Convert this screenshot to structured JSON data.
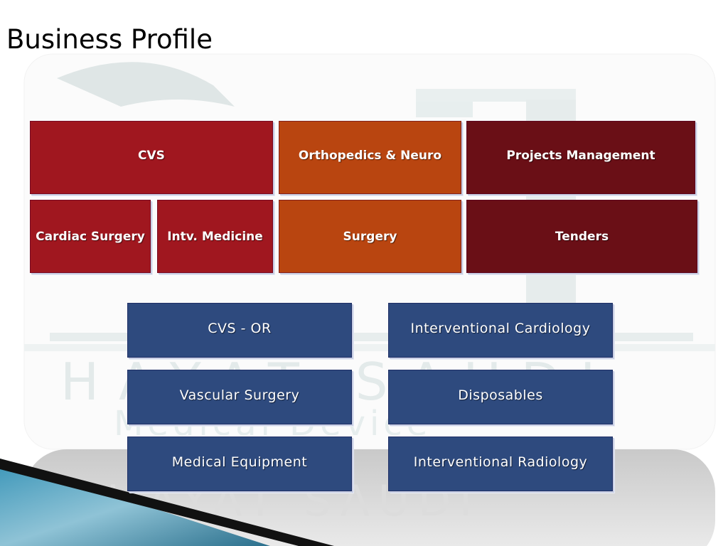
{
  "slide": {
    "title": "Business Profile"
  },
  "departments": [
    {
      "label": "CVS",
      "color": "#a0171f"
    },
    {
      "label": "Orthopedics & Neuro",
      "color": "#b94510"
    },
    {
      "label": "Projects Management",
      "color": "#6a0f16"
    }
  ],
  "subunits": [
    {
      "label": "Cardiac Surgery",
      "color": "#a0171f"
    },
    {
      "label": "Intv. Medicine",
      "color": "#a0171f"
    },
    {
      "label": "Surgery",
      "color": "#b94510"
    },
    {
      "label": "Tenders",
      "color": "#6a0f16"
    }
  ],
  "product_lines": [
    {
      "label": "CVS - OR"
    },
    {
      "label": "Interventional Cardiology"
    },
    {
      "label": "Vascular Surgery"
    },
    {
      "label": "Disposables"
    },
    {
      "label": "Medical Equipment"
    },
    {
      "label": "Interventional Radiology"
    }
  ],
  "colors": {
    "product_line_blue": "#2e4a7e"
  }
}
